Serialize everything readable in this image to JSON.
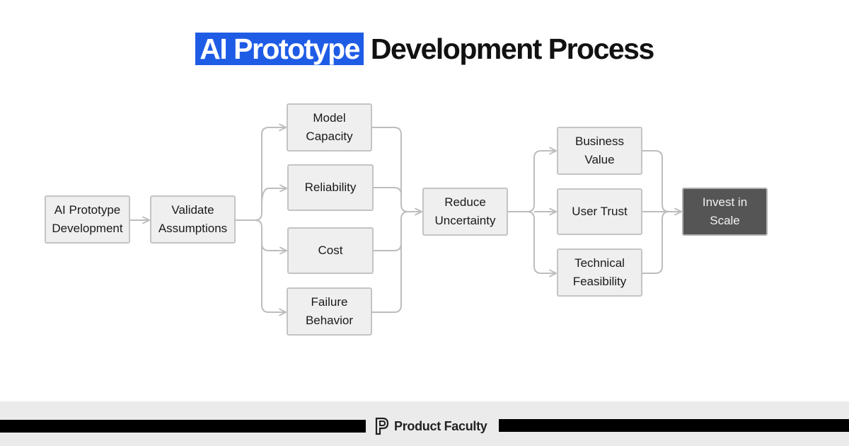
{
  "title": {
    "highlight": "AI Prototype",
    "rest": "Development Process"
  },
  "nodes": {
    "start": "AI Prototype\nDevelopment",
    "validate": "Validate\nAssumptions",
    "model_capacity": "Model\nCapacity",
    "reliability": "Reliability",
    "cost": "Cost",
    "failure_behavior": "Failure\nBehavior",
    "reduce": "Reduce\nUncertainty",
    "business_value": "Business\nValue",
    "user_trust": "User Trust",
    "technical_feasibility": "Technical\nFeasibility",
    "invest": "Invest in\nScale"
  },
  "footer": {
    "brand": "Product Faculty"
  },
  "colors": {
    "accent": "#1f5ce6",
    "dark_node": "#555555",
    "node_bg": "#efefef",
    "edge": "#bdbdbd"
  }
}
